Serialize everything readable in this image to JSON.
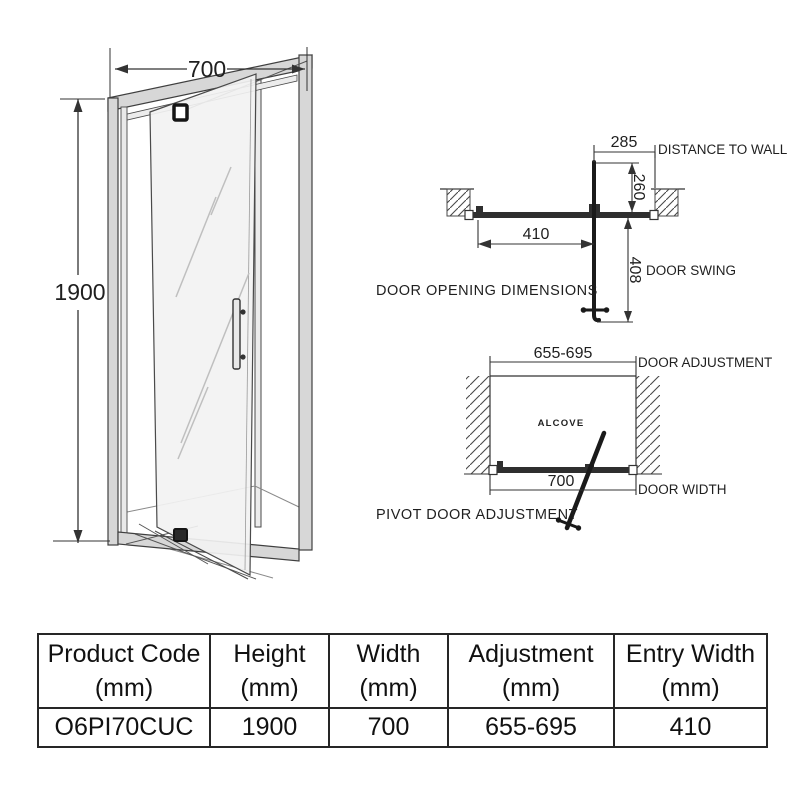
{
  "door_drawing": {
    "width_value": "700",
    "height_value": "1900"
  },
  "opening_diagram": {
    "title": "DOOR OPENING DIMENSIONS",
    "distance_value": "285",
    "distance_label": "DISTANCE TO WALL",
    "offset_value": "260",
    "entry_value": "410",
    "swing_value": "408",
    "swing_label": "DOOR SWING"
  },
  "pivot_diagram": {
    "title": "PIVOT DOOR ADJUSTMENT",
    "adjustment_value": "655-695",
    "adjustment_label": "DOOR ADJUSTMENT",
    "alcove_label": "ALCOVE",
    "width_value": "700",
    "width_label": "DOOR WIDTH"
  },
  "table": {
    "headers": [
      {
        "line1": "Product Code",
        "line2": "(mm)"
      },
      {
        "line1": "Height",
        "line2": "(mm)"
      },
      {
        "line1": "Width",
        "line2": "(mm)"
      },
      {
        "line1": "Adjustment",
        "line2": "(mm)"
      },
      {
        "line1": "Entry Width",
        "line2": "(mm)"
      }
    ],
    "row": [
      "O6PI70CUC",
      "1900",
      "700",
      "655-695",
      "410"
    ]
  },
  "colors": {
    "line": "#333333",
    "dark_bar": "#2f2f2f",
    "frame_gray": "#d7d7d7",
    "glass": "#f2f2f2"
  }
}
